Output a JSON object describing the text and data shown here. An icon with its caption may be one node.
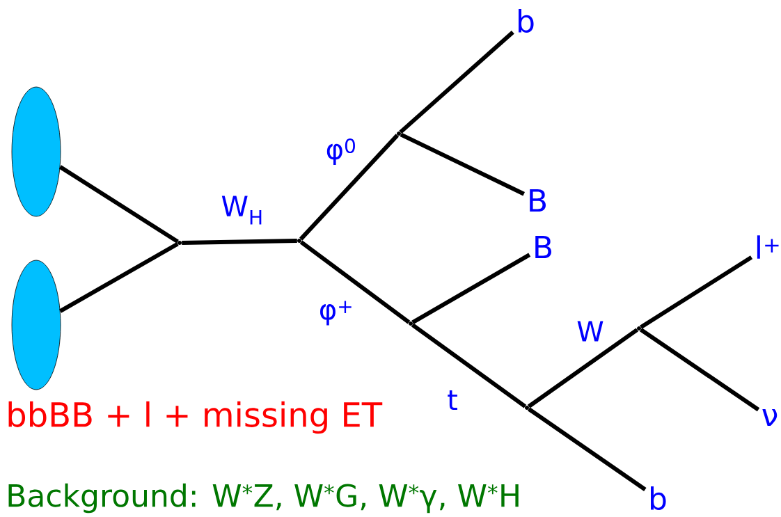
{
  "diagram": {
    "nodes": [
      {
        "text": [],
        "shape": "ellipse"
      },
      {
        "text": [],
        "shape": "ellipse"
      },
      {
        "text": [],
        "shape": "vertex"
      },
      {
        "text": [],
        "shape": "vertex"
      },
      {
        "text": [],
        "shape": "vertex"
      },
      {
        "text": [
          "b"
        ]
      },
      {
        "text": [
          "B"
        ]
      },
      {
        "text": [],
        "shape": "vertex"
      },
      {
        "text": [
          "B"
        ]
      },
      {
        "text": [],
        "shape": "vertex"
      },
      {
        "text": [],
        "shape": "vertex"
      },
      {
        "text": [
          "l$^{+}$"
        ]
      },
      {
        "text": [
          "ν"
        ]
      },
      {
        "text": [
          "b"
        ]
      }
    ],
    "edges": [
      {
        "from": 0,
        "to": 2,
        "arrow": "none"
      },
      {
        "from": 1,
        "to": 2,
        "arrow": "none"
      },
      {
        "from": 2,
        "to": 3,
        "arrow": "none",
        "label": "W$_{H}$"
      },
      {
        "from": 3,
        "to": 4,
        "arrow": "none",
        "label": "φ$^{0}$"
      },
      {
        "from": 4,
        "to": 5,
        "arrow": "none"
      },
      {
        "from": 4,
        "to": 6,
        "arrow": "none"
      },
      {
        "from": 3,
        "to": 7,
        "arrow": "none",
        "label": "φ$^{+}$"
      },
      {
        "from": 7,
        "to": 8,
        "arrow": "none"
      },
      {
        "from": 7,
        "to": 9,
        "arrow": "none",
        "label": "t"
      },
      {
        "from": 9,
        "to": 10,
        "arrow": "none",
        "label": "W"
      },
      {
        "from": 10,
        "to": 11,
        "arrow": "none"
      },
      {
        "from": 10,
        "to": 12,
        "arrow": "none"
      },
      {
        "from": 9,
        "to": 13,
        "arrow": "none"
      }
    ],
    "labels": [
      "bbBB + l + missing ET",
      "Background: W$^{*}$Z, W$^{*}$G, W$^{*}$γ, W$^{*}$H"
    ]
  }
}
